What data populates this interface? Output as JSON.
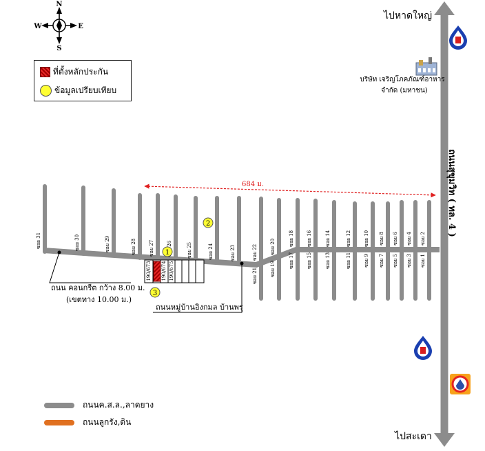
{
  "compass": {
    "n": "N",
    "s": "S",
    "e": "E",
    "w": "W"
  },
  "legend": {
    "items": [
      {
        "label": "ที่ตั้งหลักประกัน",
        "symbol": "red-square"
      },
      {
        "label": "ข้อมูลเปรียบเทียบ",
        "symbol": "yellow-circle"
      }
    ]
  },
  "road_legend": [
    {
      "label": "ถนนค.ส.ล.,ลาดยาง",
      "color": "#8c8c8c"
    },
    {
      "label": "ถนนลูกรัง,ดิน",
      "color": "#e07020"
    }
  ],
  "highway": {
    "label": "ถนนสุขุมวิท ( ทล. 4 )",
    "north_dest": "ไปหาดใหญ่",
    "south_dest": "ไปสะเดา"
  },
  "company": {
    "line1": "บริษัท เจริญโภคภัณฑ์อาหาร",
    "line2": "จำกัด (มหาชน)"
  },
  "distance": "684 ม.",
  "main_road": {
    "label_line1": "ถนน คอนกรีต กว้าง 8.00 ม.",
    "label_line2": "(เขตทาง 10.00 ม.)"
  },
  "village_road_label": "ถนนหมู่บ้านอิงกมล บ้านพรุ",
  "parcels": [
    "190/673",
    "190/674",
    "190/675"
  ],
  "markers": [
    "1",
    "2",
    "3"
  ],
  "soi_upper": [
    "ซอย 31",
    "ซอย 30",
    "ซอย 29",
    "ซอย 28",
    "ซอย 27",
    "ซอย 26",
    "ซอย 25",
    "ซอย 24",
    "ซอย 23",
    "ซอย 22",
    "ซอย 20",
    "ซอย 18",
    "ซอย 16",
    "ซอย 14",
    "ซอย 12",
    "ซอย 10",
    "ซอย 8",
    "ซอย 6",
    "ซอย 4",
    "ซอย 2"
  ],
  "soi_lower": [
    "ซอย 21",
    "ซอย 19",
    "ซอย 17",
    "ซอย 15",
    "ซอย 13",
    "ซอย 11",
    "ซอย 9",
    "ซอย 7",
    "ซอย 5",
    "ซอย 3",
    "ซอย 1"
  ],
  "colors": {
    "road": "#8c8c8c",
    "orange": "#e07020",
    "marker": "#ffff33",
    "collateral": "#e02020",
    "distance_line": "#e02020"
  },
  "icons": [
    "compass-rose-icon",
    "gas-station-icon",
    "factory-icon",
    "petrol-brand-icon"
  ]
}
